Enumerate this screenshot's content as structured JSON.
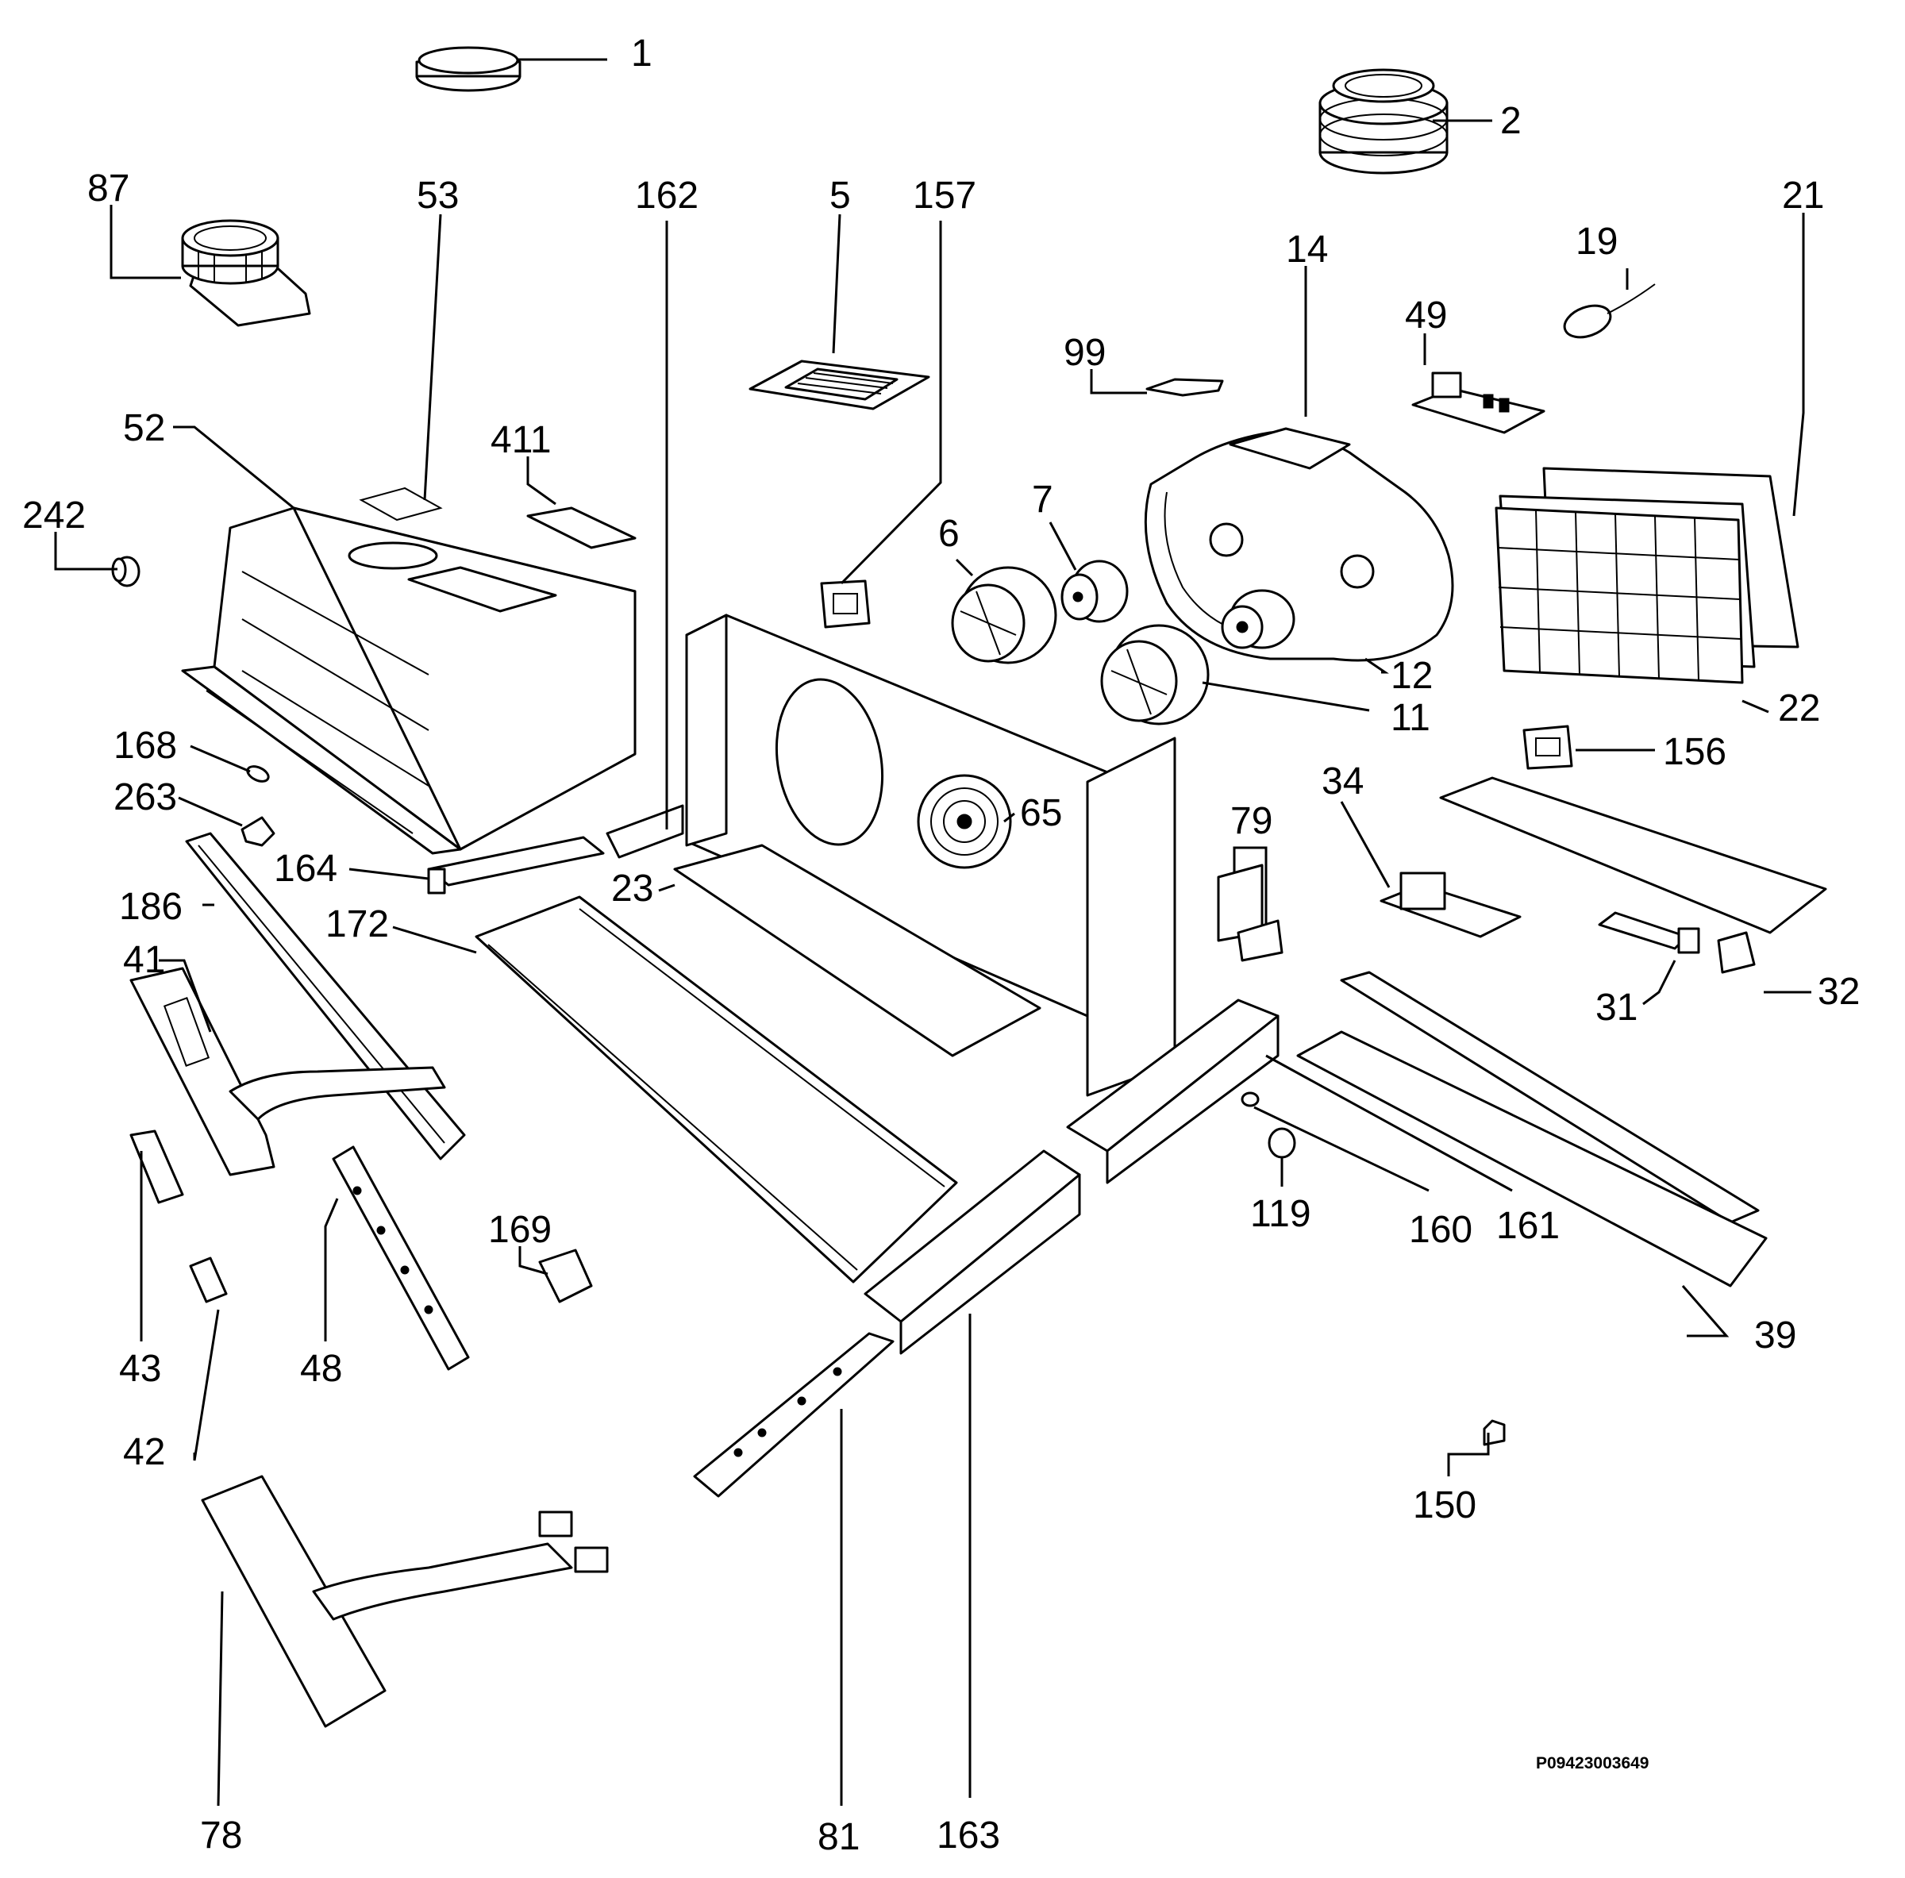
{
  "diagram": {
    "drawing_number": "P09423003649",
    "callouts": [
      {
        "id": "c1",
        "text": "1"
      },
      {
        "id": "c2",
        "text": "2"
      },
      {
        "id": "c87",
        "text": "87"
      },
      {
        "id": "c53",
        "text": "53"
      },
      {
        "id": "c162",
        "text": "162"
      },
      {
        "id": "c5",
        "text": "5"
      },
      {
        "id": "c157",
        "text": "157"
      },
      {
        "id": "c14",
        "text": "14"
      },
      {
        "id": "c19",
        "text": "19"
      },
      {
        "id": "c21",
        "text": "21"
      },
      {
        "id": "c49",
        "text": "49"
      },
      {
        "id": "c99",
        "text": "99"
      },
      {
        "id": "c52",
        "text": "52"
      },
      {
        "id": "c411",
        "text": "411"
      },
      {
        "id": "c242",
        "text": "242"
      },
      {
        "id": "c6",
        "text": "6"
      },
      {
        "id": "c7",
        "text": "7"
      },
      {
        "id": "c12",
        "text": "12"
      },
      {
        "id": "c11",
        "text": "11"
      },
      {
        "id": "c22",
        "text": "22"
      },
      {
        "id": "c156",
        "text": "156"
      },
      {
        "id": "c168",
        "text": "168"
      },
      {
        "id": "c263",
        "text": "263"
      },
      {
        "id": "c65",
        "text": "65"
      },
      {
        "id": "c34",
        "text": "34"
      },
      {
        "id": "c79",
        "text": "79"
      },
      {
        "id": "c164",
        "text": "164"
      },
      {
        "id": "c23",
        "text": "23"
      },
      {
        "id": "c186",
        "text": "186"
      },
      {
        "id": "c172",
        "text": "172"
      },
      {
        "id": "c41",
        "text": "41"
      },
      {
        "id": "c31",
        "text": "31"
      },
      {
        "id": "c32",
        "text": "32"
      },
      {
        "id": "c119",
        "text": "119"
      },
      {
        "id": "c160",
        "text": "160"
      },
      {
        "id": "c161",
        "text": "161"
      },
      {
        "id": "c169",
        "text": "169"
      },
      {
        "id": "c43",
        "text": "43"
      },
      {
        "id": "c48",
        "text": "48"
      },
      {
        "id": "c39",
        "text": "39"
      },
      {
        "id": "c42",
        "text": "42"
      },
      {
        "id": "c150",
        "text": "150"
      },
      {
        "id": "c78",
        "text": "78"
      },
      {
        "id": "c81",
        "text": "81"
      },
      {
        "id": "c163",
        "text": "163"
      }
    ]
  }
}
